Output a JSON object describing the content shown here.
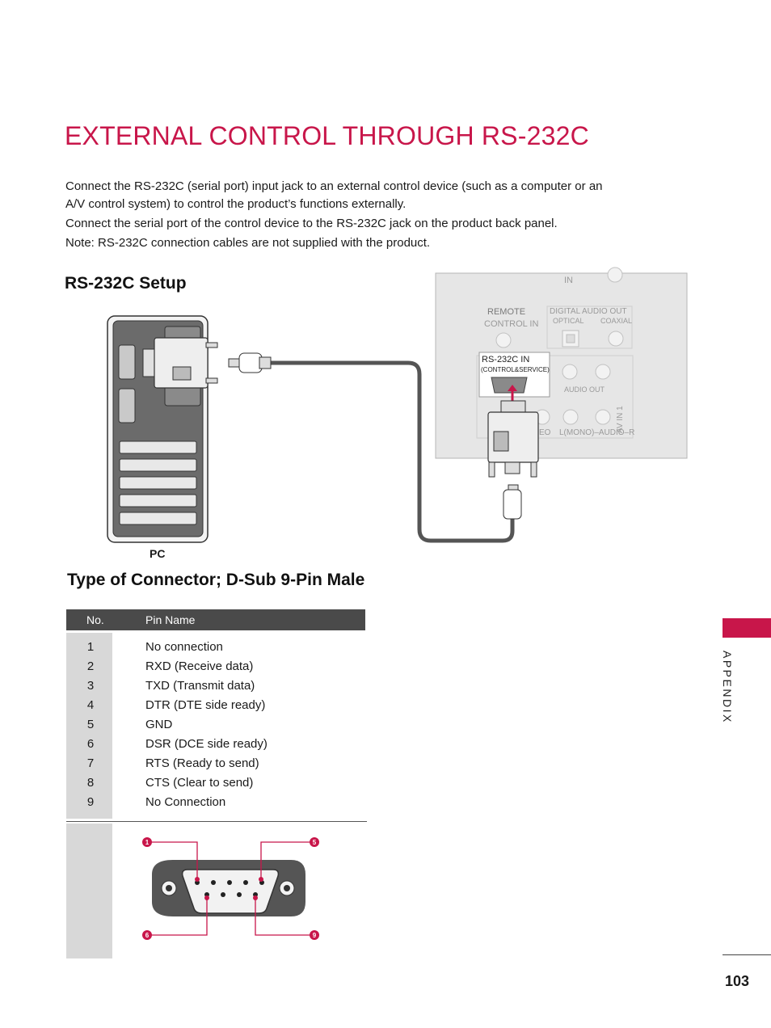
{
  "title": "EXTERNAL CONTROL THROUGH RS-232C",
  "intro": [
    "Connect the RS-232C (serial port) input jack to an external control device (such as a computer or an A/V control system) to control the product’s functions externally.",
    "Connect the serial port of the control device to the RS-232C jack on the product back panel.",
    "Note: RS-232C connection cables are not supplied with the product."
  ],
  "setup_heading": "RS-232C Setup",
  "pc_label": "PC",
  "panel": {
    "top_label": "IN",
    "remote": "REMOTE",
    "control_in": "CONTROL IN",
    "digital_audio_out": "DIGITAL AUDIO OUT",
    "optical": "OPTICAL",
    "coaxial": "COAXIAL",
    "rs232_in": "RS-232C IN",
    "control_service": "(CONTROL&SERVICE)",
    "audio_out": "AUDIO OUT",
    "av_in_1": "AV IN 1",
    "video_frag": "EO",
    "audio_line": "L(MONO)–AUDIO–R"
  },
  "connector_heading": "Type of Connector; D-Sub 9-Pin Male",
  "table": {
    "col_no": "No.",
    "col_name": "Pin Name",
    "rows": [
      {
        "no": "1",
        "name": "No connection"
      },
      {
        "no": "2",
        "name": "RXD (Receive data)"
      },
      {
        "no": "3",
        "name": "TXD (Transmit data)"
      },
      {
        "no": "4",
        "name": "DTR (DTE side ready)"
      },
      {
        "no": "5",
        "name": "GND"
      },
      {
        "no": "6",
        "name": "DSR (DCE side ready)"
      },
      {
        "no": "7",
        "name": "RTS (Ready to send)"
      },
      {
        "no": "8",
        "name": "CTS (Clear to send)"
      },
      {
        "no": "9",
        "name": "No Connection"
      }
    ]
  },
  "pin_callouts": {
    "p1": "1",
    "p5": "5",
    "p6": "6",
    "p9": "9"
  },
  "side_tab": "APPENDIX",
  "page_number": "103",
  "colors": {
    "accent": "#c8164a",
    "table_header": "#4a4a4a",
    "panel_bg": "#e6e6e6"
  }
}
